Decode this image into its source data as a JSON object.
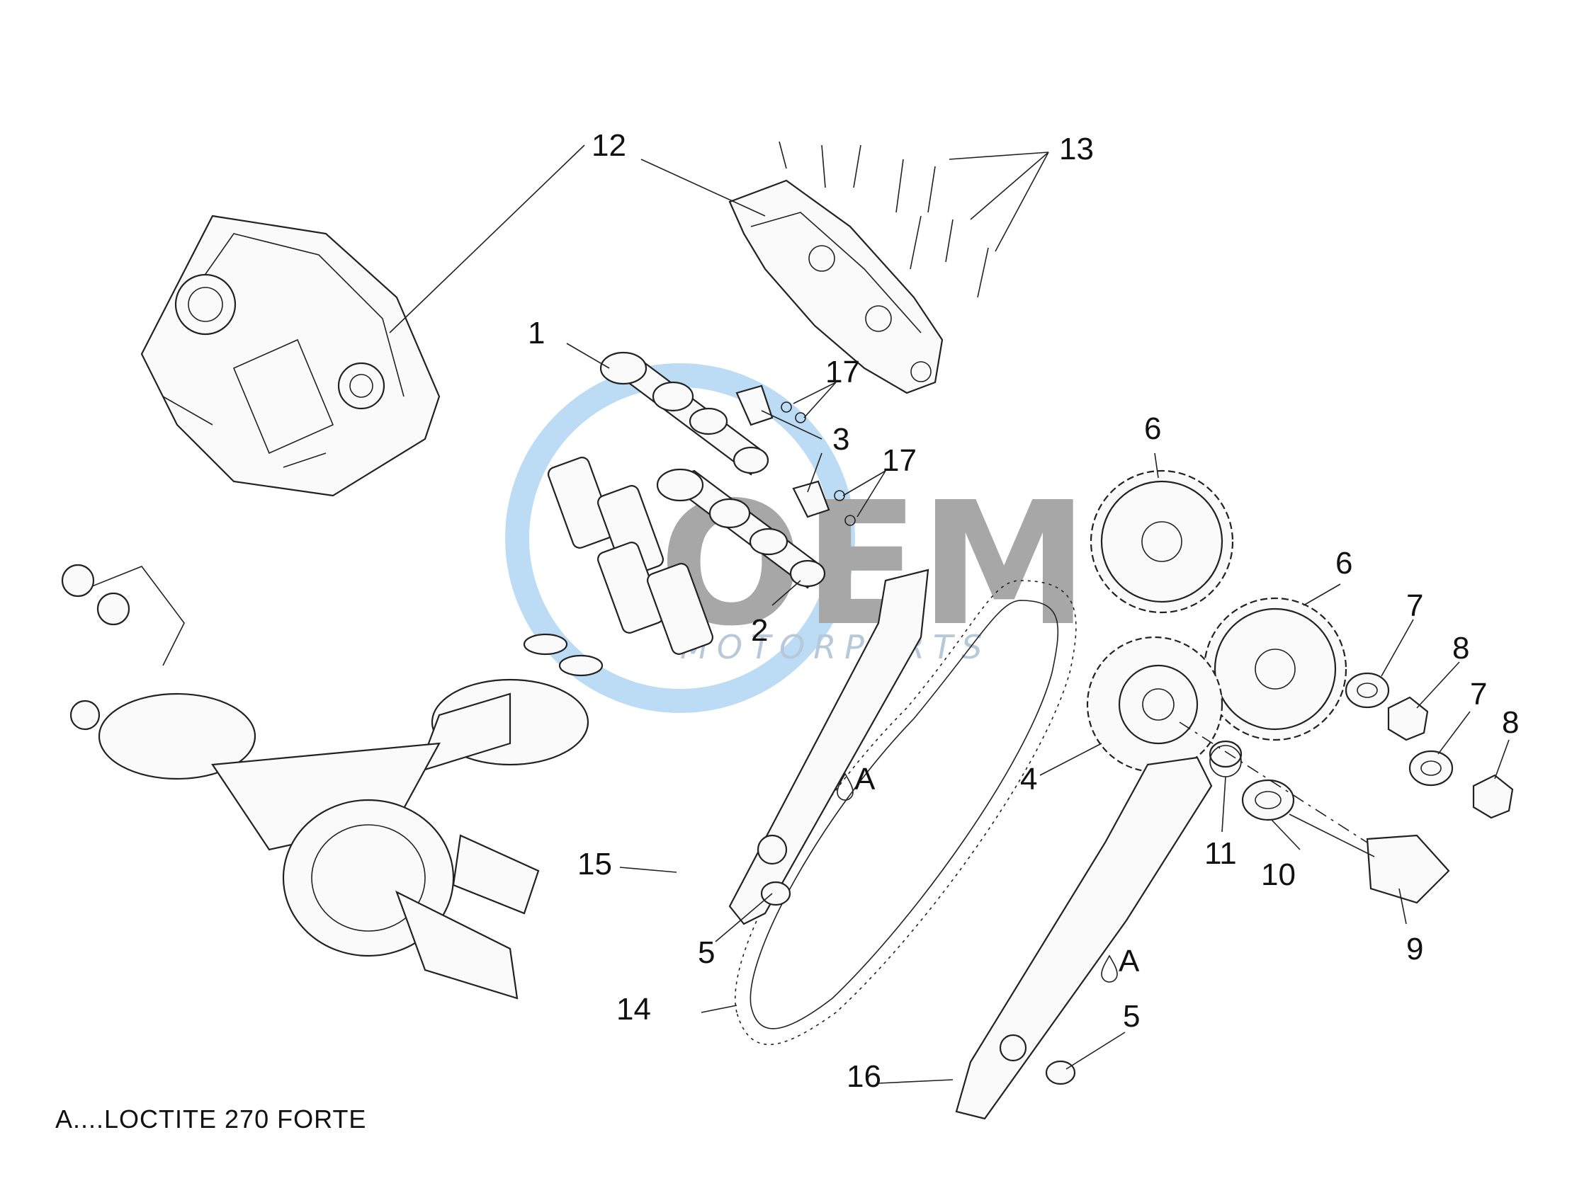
{
  "diagram": {
    "callouts": [
      {
        "id": "1",
        "text": "1"
      },
      {
        "id": "2",
        "text": "2"
      },
      {
        "id": "3",
        "text": "3"
      },
      {
        "id": "4",
        "text": "4"
      },
      {
        "id": "5a",
        "text": "5"
      },
      {
        "id": "5b",
        "text": "5"
      },
      {
        "id": "6a",
        "text": "6"
      },
      {
        "id": "6b",
        "text": "6"
      },
      {
        "id": "7a",
        "text": "7"
      },
      {
        "id": "7b",
        "text": "7"
      },
      {
        "id": "8a",
        "text": "8"
      },
      {
        "id": "8b",
        "text": "8"
      },
      {
        "id": "9",
        "text": "9"
      },
      {
        "id": "10",
        "text": "10"
      },
      {
        "id": "11",
        "text": "11"
      },
      {
        "id": "12",
        "text": "12"
      },
      {
        "id": "13",
        "text": "13"
      },
      {
        "id": "14",
        "text": "14"
      },
      {
        "id": "15",
        "text": "15"
      },
      {
        "id": "16",
        "text": "16"
      },
      {
        "id": "17a",
        "text": "17"
      },
      {
        "id": "17b",
        "text": "17"
      }
    ],
    "adhesive_marks": [
      "A",
      "A"
    ],
    "legend_note": "A....LOCTITE 270 FORTE"
  },
  "watermark": {
    "brand": "OEM",
    "sub": "MOTORPARTS",
    "colors": {
      "grey": "#8a8a8a",
      "blue": "#5aa9e6"
    }
  }
}
